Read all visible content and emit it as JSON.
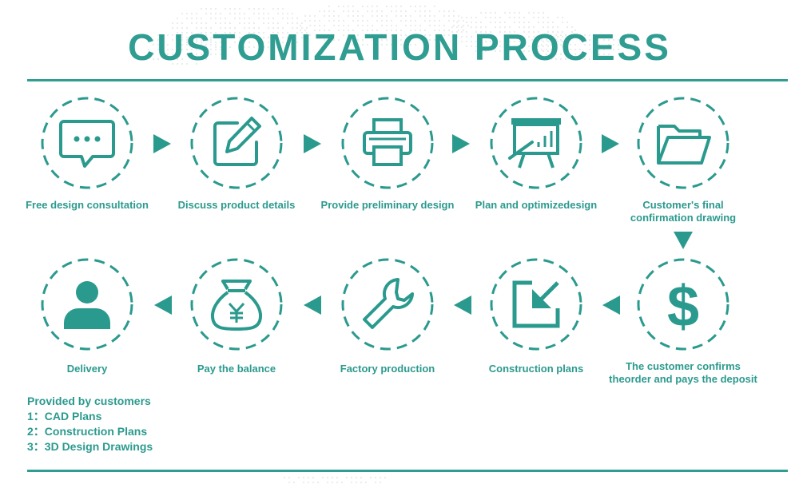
{
  "title": "CUSTOMIZATION PROCESS",
  "colors": {
    "accent": "#2b9a8e",
    "background": "#ffffff"
  },
  "steps": [
    {
      "label": "Free design consultation",
      "icon": "chat-bubble-icon"
    },
    {
      "label": "Discuss product details",
      "icon": "edit-pencil-icon"
    },
    {
      "label": "Provide preliminary design",
      "icon": "printer-icon"
    },
    {
      "label": "Plan and optimizedesign",
      "icon": "presentation-board-icon"
    },
    {
      "label_lines": [
        "Customer's final",
        "confirmation drawing"
      ],
      "icon": "folder-icon"
    },
    {
      "label_lines": [
        "The customer confirms",
        "theorder and pays the deposit"
      ],
      "icon": "dollar-icon"
    },
    {
      "label": "Construction plans",
      "icon": "import-arrow-icon"
    },
    {
      "label": "Factory production",
      "icon": "wrench-icon"
    },
    {
      "label": "Pay the balance",
      "icon": "money-bag-icon"
    },
    {
      "label": "Delivery",
      "icon": "user-icon"
    }
  ],
  "provided": {
    "heading": "Provided by customers",
    "items": [
      "1：CAD Plans",
      "2：Construction Plans",
      "3：3D Design Drawings"
    ]
  }
}
